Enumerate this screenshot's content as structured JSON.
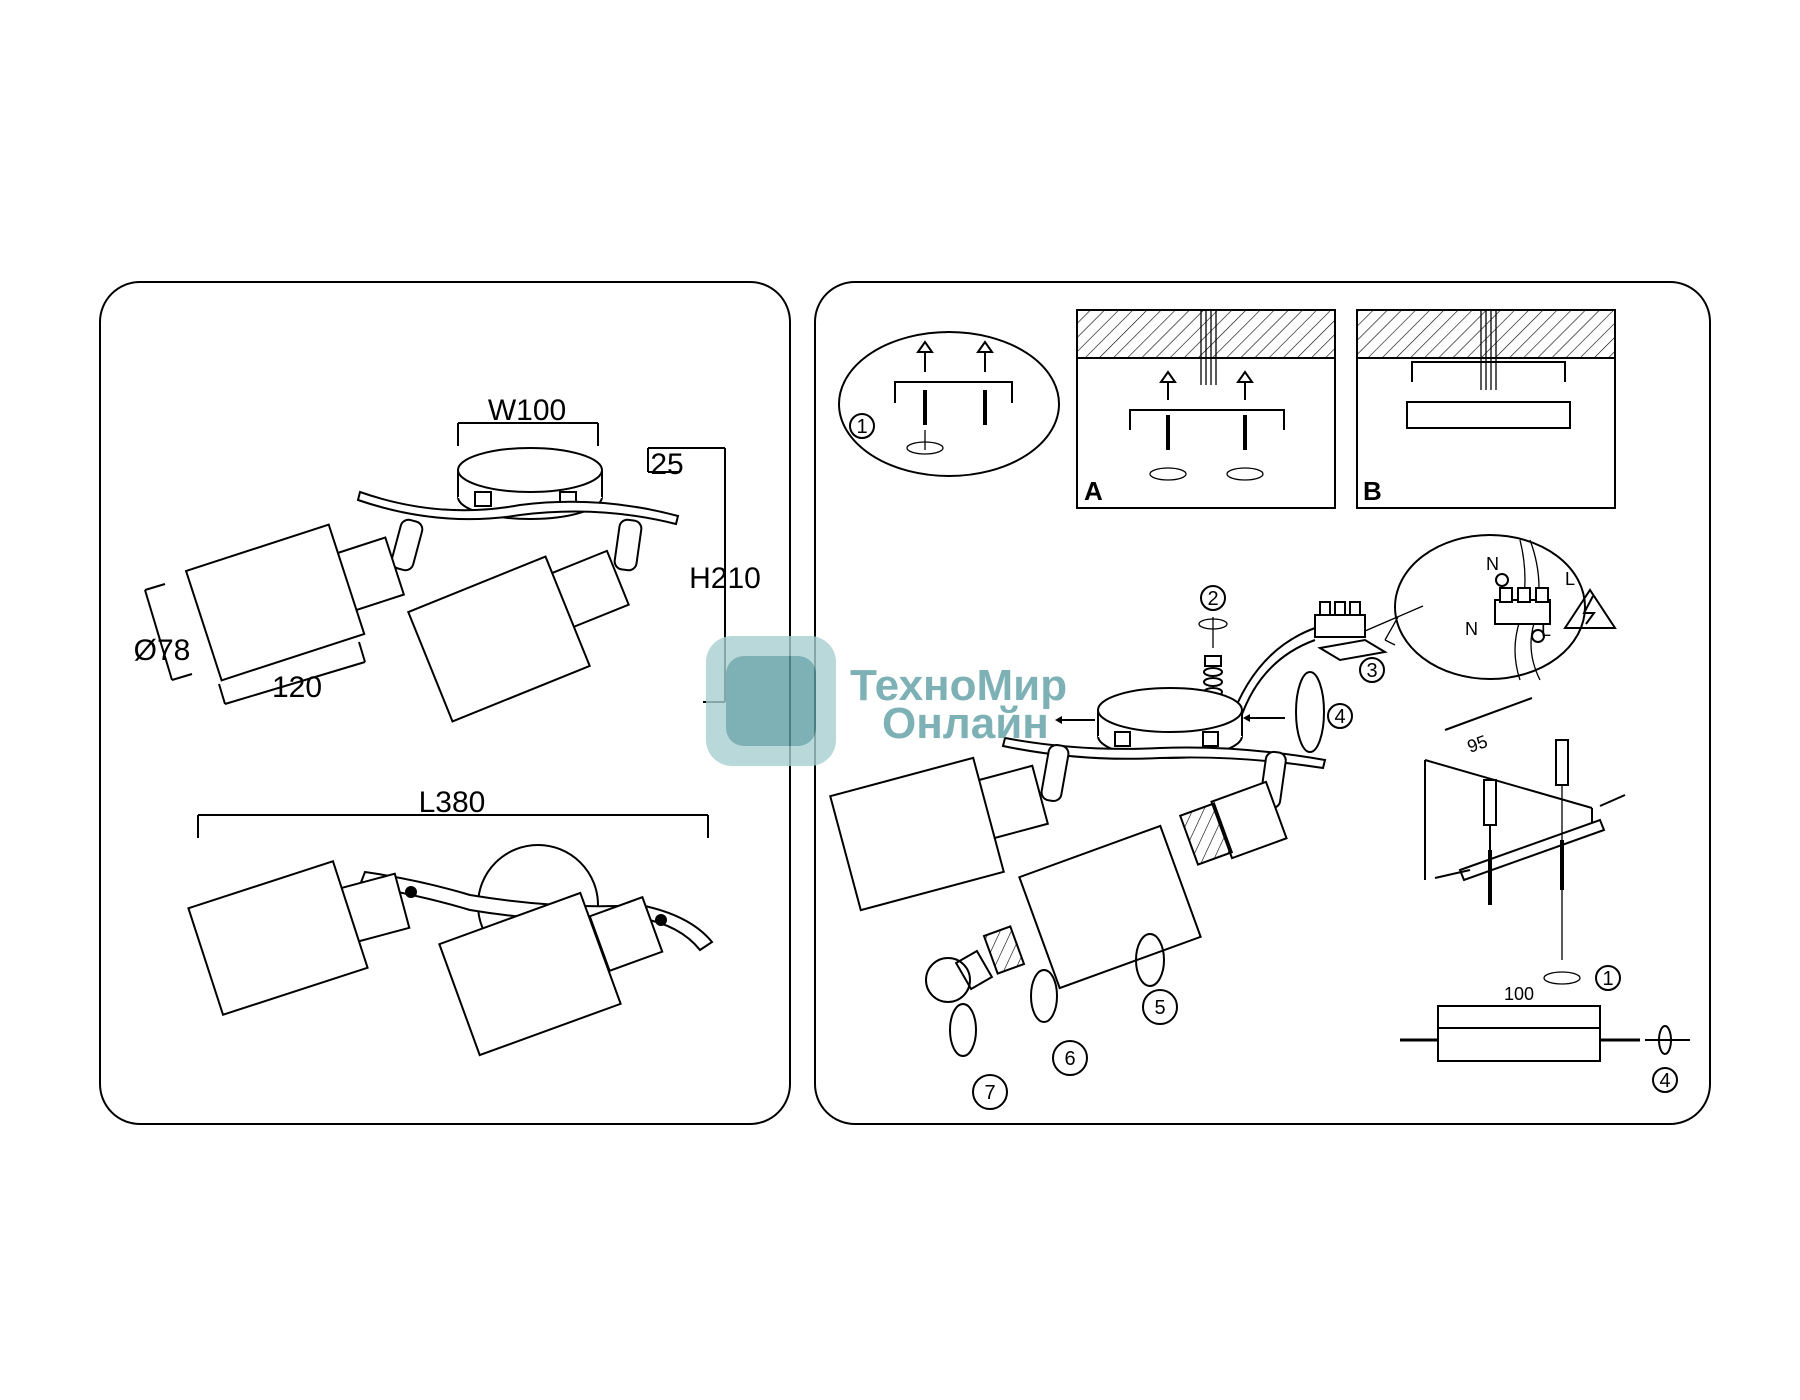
{
  "dimensions": {
    "width": "W100",
    "mount_height": "25",
    "height": "H210",
    "diameter": "Ø78",
    "shade_length": "120",
    "length": "L380"
  },
  "panels": {
    "a": "A",
    "b": "B"
  },
  "bracket": {
    "hole_spacing": "95",
    "plate_width": "100"
  },
  "wiring": {
    "neutral": "N",
    "live": "L"
  },
  "steps": {
    "s1": "1",
    "s2": "2",
    "s3": "3",
    "s4": "4",
    "s5": "5",
    "s6": "6",
    "s7": "7",
    "s1b": "1",
    "s4b": "4"
  },
  "watermark": {
    "line1": "ТехноМир",
    "line2": "Онлайн"
  },
  "colors": {
    "line": "#000000",
    "watermark": "#5d9ea3"
  }
}
